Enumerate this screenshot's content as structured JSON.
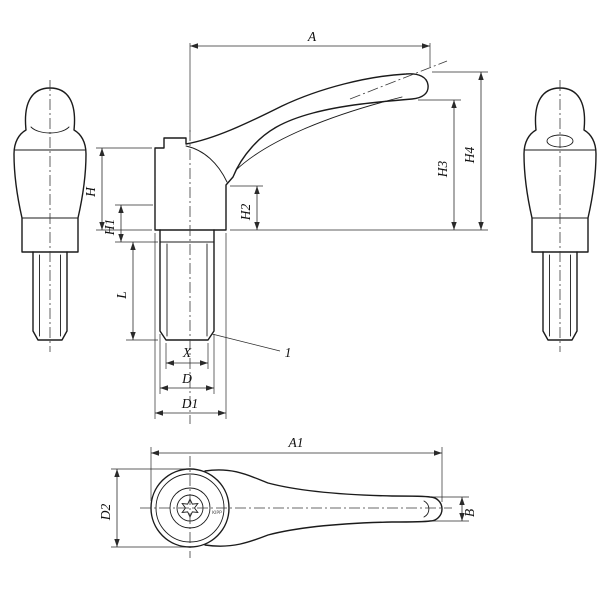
{
  "drawing": {
    "labels": {
      "A": "A",
      "H": "H",
      "H1": "H1",
      "H2": "H2",
      "H3": "H3",
      "H4": "H4",
      "L": "L",
      "X": "X",
      "D": "D",
      "D1": "D1",
      "A1": "A1",
      "D2": "D2",
      "B": "B",
      "callout_1": "1",
      "brand_mark": "KIPP"
    },
    "line_color": "#1b1b1b",
    "background": "#ffffff"
  }
}
